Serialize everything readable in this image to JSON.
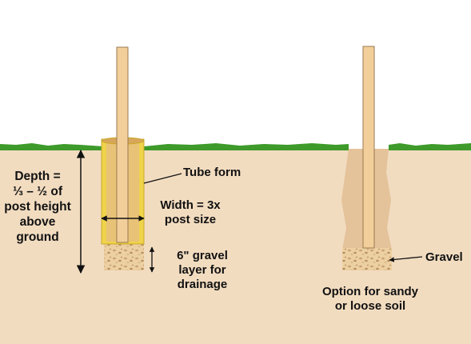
{
  "labels": {
    "depth": [
      "Depth =",
      "⅓ – ½ of",
      "post height",
      "above",
      "ground"
    ],
    "tube_form": "Tube form",
    "width": [
      "Width = 3x",
      "post size"
    ],
    "gravel_layer": [
      "6\" gravel",
      "layer for",
      "drainage"
    ],
    "gravel": "Gravel",
    "option": [
      "Option for sandy",
      "or loose soil"
    ]
  },
  "colors": {
    "background": "#ffffff",
    "soil": "#f2dcc0",
    "grass": "#3e9a2a",
    "post": "#f2cf9a",
    "post_outline": "#9a7a52",
    "tube": "#efd34a",
    "gravel": "#e7c99a",
    "arrow": "#111111"
  }
}
